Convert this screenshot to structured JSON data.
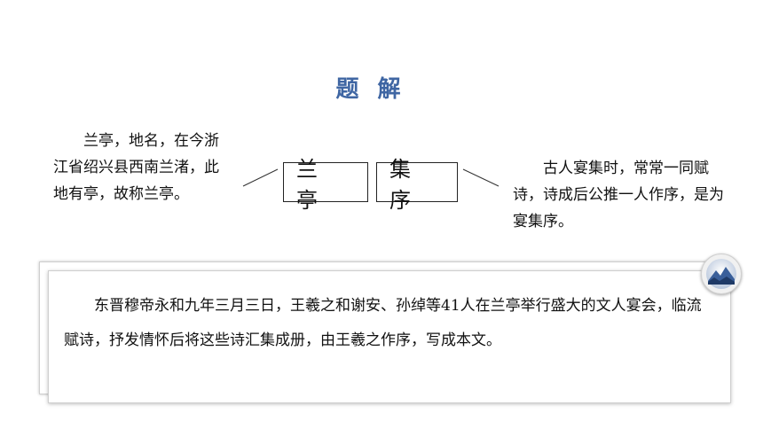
{
  "title": "题 解",
  "left_note": "兰亭，地名，在今浙江省绍兴县西南兰渚，此地有亭，故称兰亭。",
  "box_lanting": "兰 亭",
  "box_jixu": "集 序",
  "right_note": "古人宴集时，常常一同赋诗，诗成后公推一人作序，是为宴集序。",
  "card_text": "东晋穆帝永和九年三月三日，王羲之和谢安、孙绰等41人在兰亭举行盛大的文人宴会，临流赋诗，抒发情怀后将这些诗汇集成册，由王羲之作序，写成本文。",
  "colors": {
    "title": "#3f66a3",
    "badge_accent": "#3a5f9a"
  },
  "icons": {
    "badge": "mountain-landscape-icon"
  }
}
